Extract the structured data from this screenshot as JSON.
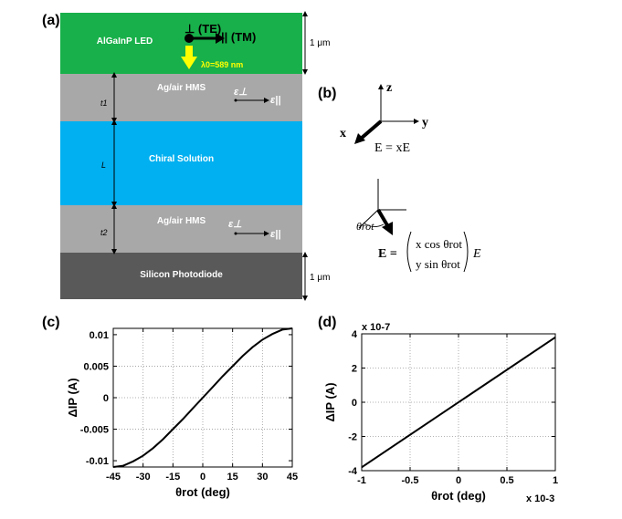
{
  "panel_labels": {
    "a": "(a)",
    "b": "(b)",
    "c": "(c)",
    "d": "(d)"
  },
  "colors": {
    "led": "#18b04a",
    "hms": "#a8a8a8",
    "chiral": "#00b0f0",
    "photodiode": "#595959",
    "arrow_yellow": "#ffff00"
  },
  "stack": {
    "led_label": "AlGaInP LED",
    "te_label": "⊥ (TE)",
    "tm_label": "|| (TM)",
    "wavelength_label": "λ0=589 nm",
    "hms_top_label": "Ag/air HMS",
    "chiral_label": "Chiral Solution",
    "hms_bottom_label": "Ag/air HMS",
    "photodiode_label": "Silicon Photodiode",
    "t1_label": "t1",
    "L_label": "L",
    "t2_label": "t2",
    "scale_top": "1 μm",
    "scale_bottom": "1 μm",
    "eps_perp": "ε⊥",
    "eps_par": "ε||"
  },
  "coords": {
    "z": "z",
    "x": "x",
    "y": "y",
    "e_field": "E = xE",
    "theta": "θrot",
    "e_rot_lhs": "E =",
    "e_rot_row1": "x cos θrot",
    "e_rot_row2": "y sin θrot",
    "e_rot_rhs": "E"
  },
  "chart_data": [
    {
      "type": "line",
      "panel": "(c)",
      "xlabel": "θrot (deg)",
      "ylabel": "ΔIP (A)",
      "xlim": [
        -45,
        45
      ],
      "ylim": [
        -0.011,
        0.011
      ],
      "xticks": [
        -45,
        -30,
        -15,
        0,
        15,
        30,
        45
      ],
      "xtick_labels": [
        "-45",
        "-30",
        "-15",
        "0",
        "15",
        "30",
        "45"
      ],
      "yticks": [
        -0.01,
        -0.005,
        0,
        0.005,
        0.01
      ],
      "ytick_labels": [
        "-0.01",
        "-0.005",
        "0",
        "0.005",
        "0.01"
      ],
      "grid": true,
      "x": [
        -45,
        -40,
        -35,
        -30,
        -25,
        -20,
        -15,
        -10,
        -5,
        0,
        5,
        10,
        15,
        20,
        25,
        30,
        35,
        40,
        45
      ],
      "y": [
        -0.011,
        -0.0108,
        -0.0101,
        -0.0092,
        -0.008,
        -0.0066,
        -0.005,
        -0.0034,
        -0.0017,
        0,
        0.0017,
        0.0034,
        0.005,
        0.0066,
        0.008,
        0.0092,
        0.0101,
        0.0108,
        0.011
      ]
    },
    {
      "type": "line",
      "panel": "(d)",
      "xlabel": "θrot (deg)",
      "ylabel": "ΔIP (A)",
      "x_multiplier": "x 10-3",
      "y_multiplier": "x 10-7",
      "xlim": [
        -1,
        1
      ],
      "ylim": [
        -4,
        4
      ],
      "xticks": [
        -1,
        -0.5,
        0,
        0.5,
        1
      ],
      "xtick_labels": [
        "-1",
        "-0.5",
        "0",
        "0.5",
        "1"
      ],
      "yticks": [
        -4,
        -2,
        0,
        2,
        4
      ],
      "ytick_labels": [
        "-4",
        "-2",
        "0",
        "2",
        "4"
      ],
      "grid": true,
      "x": [
        -1,
        1
      ],
      "y": [
        -3.8,
        3.8
      ]
    }
  ]
}
